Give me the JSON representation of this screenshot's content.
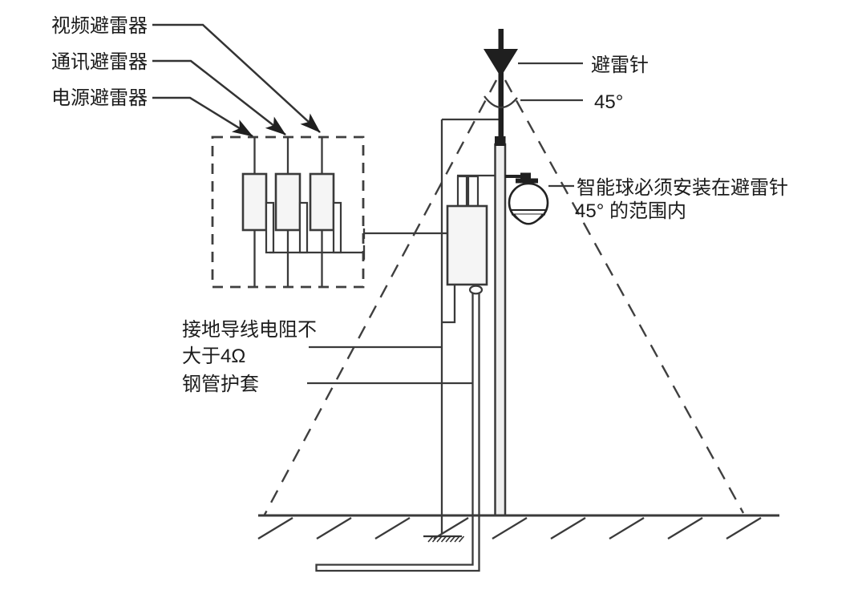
{
  "colors": {
    "background": "#ffffff",
    "line": "#3a3a3a",
    "dark": "#1f1f1f",
    "panel_fill": "#f5f5f5",
    "pole_fill": "#efefef",
    "text": "#1c1c1c"
  },
  "labels": {
    "video_arrester": "视频避雷器",
    "comm_arrester": "通讯避雷器",
    "power_arrester": "电源避雷器",
    "lightning_rod": "避雷针",
    "angle_45": "45°",
    "camera_note_line1": "智能球必须安装在避雷针",
    "camera_note_line2": "45° 的范围内",
    "ground_wire_note_line1": "接地导线电阻不",
    "ground_wire_note_line2": "大于4Ω",
    "steel_pipe_sleeve": "钢管护套"
  }
}
